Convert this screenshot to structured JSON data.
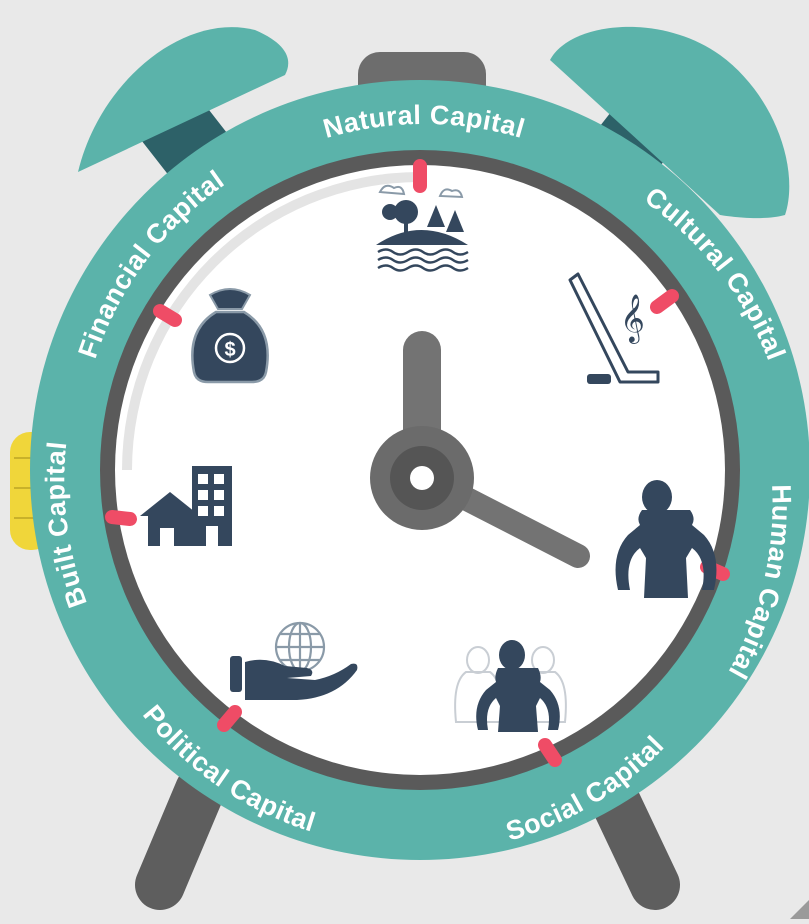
{
  "diagram": {
    "capitals": [
      {
        "id": "natural",
        "label": "Natural Capital",
        "icon": "nature-landscape-icon"
      },
      {
        "id": "cultural",
        "label": "Cultural Capital",
        "icon": "hockey-stick-music-note-icon"
      },
      {
        "id": "human",
        "label": "Human Capital",
        "icon": "person-silhouette-icon"
      },
      {
        "id": "social",
        "label": "Social Capital",
        "icon": "group-of-people-icon"
      },
      {
        "id": "political",
        "label": "Political Capital",
        "icon": "hand-holding-globe-icon"
      },
      {
        "id": "built",
        "label": "Built Capital",
        "icon": "house-and-building-icon"
      },
      {
        "id": "financial",
        "label": "Financial Capital",
        "icon": "money-bag-icon"
      }
    ],
    "colors": {
      "background": "#e9e9e9",
      "ring": "#5bb3aa",
      "bell": "#5bb3aa",
      "bell_band": "#2d6168",
      "frame": "#6b6b6b",
      "dial": "#ffffff",
      "icon": "#34475d",
      "hands": "#737373",
      "tick": "#ef4c66",
      "button": "#f0d63a"
    }
  }
}
